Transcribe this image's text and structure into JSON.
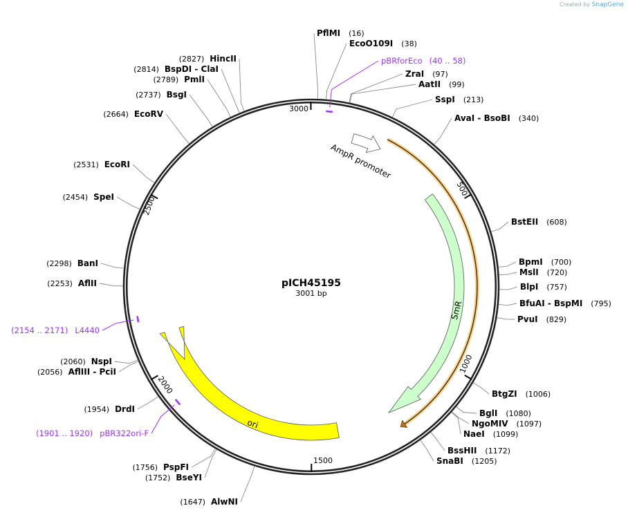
{
  "watermark": {
    "prefix": "Created by",
    "brand": "SnapGene"
  },
  "plasmid": {
    "name": "pICH45195",
    "length_label": "3001 bp",
    "length": 3001
  },
  "ticks": [
    {
      "bp": 500,
      "label": "500"
    },
    {
      "bp": 1000,
      "label": "1000"
    },
    {
      "bp": 1500,
      "label": "1500"
    },
    {
      "bp": 2000,
      "label": "2000"
    },
    {
      "bp": 2500,
      "label": "2500"
    },
    {
      "bp": 3000,
      "label": "3000"
    }
  ],
  "enzymes": [
    {
      "name": "PflMI",
      "pos": "(16)",
      "bp": 16
    },
    {
      "name": "EcoO109I",
      "pos": "(38)",
      "bp": 38
    },
    {
      "name": "ZraI",
      "pos": "(97)",
      "bp": 97
    },
    {
      "name": "AatII",
      "pos": "(99)",
      "bp": 99
    },
    {
      "name": "SspI",
      "pos": "(213)",
      "bp": 213
    },
    {
      "name": "AvaI  - BsoBI",
      "pos": "(340)",
      "bp": 340
    },
    {
      "name": "BstEII",
      "pos": "(608)",
      "bp": 608
    },
    {
      "name": "BpmI",
      "pos": "(700)",
      "bp": 700
    },
    {
      "name": "MslI",
      "pos": "(720)",
      "bp": 720
    },
    {
      "name": "BlpI",
      "pos": "(757)",
      "bp": 757
    },
    {
      "name": "BfuAI  - BspMI",
      "pos": "(795)",
      "bp": 795
    },
    {
      "name": "PvuI",
      "pos": "(829)",
      "bp": 829
    },
    {
      "name": "BtgZI",
      "pos": "(1006)",
      "bp": 1006
    },
    {
      "name": "BglI",
      "pos": "(1080)",
      "bp": 1080
    },
    {
      "name": "NgoMIV",
      "pos": "(1097)",
      "bp": 1097
    },
    {
      "name": "NaeI",
      "pos": "(1099)",
      "bp": 1099
    },
    {
      "name": "BssHII",
      "pos": "(1172)",
      "bp": 1172
    },
    {
      "name": "SnaBI",
      "pos": "(1205)",
      "bp": 1205
    },
    {
      "name": "AlwNI",
      "pos": "(1647)",
      "bp": 1647
    },
    {
      "name": "BseYI",
      "pos": "(1752)",
      "bp": 1752
    },
    {
      "name": "PspFI",
      "pos": "(1756)",
      "bp": 1756
    },
    {
      "name": "DrdI",
      "pos": "(1954)",
      "bp": 1954
    },
    {
      "name": "AflIII  - PciI",
      "pos": "(2056)",
      "bp": 2056
    },
    {
      "name": "NspI",
      "pos": "(2060)",
      "bp": 2060
    },
    {
      "name": "AflII",
      "pos": "(2253)",
      "bp": 2253
    },
    {
      "name": "BanI",
      "pos": "(2298)",
      "bp": 2298
    },
    {
      "name": "SpeI",
      "pos": "(2454)",
      "bp": 2454
    },
    {
      "name": "EcoRI",
      "pos": "(2531)",
      "bp": 2531
    },
    {
      "name": "EcoRV",
      "pos": "(2664)",
      "bp": 2664
    },
    {
      "name": "BsgI",
      "pos": "(2737)",
      "bp": 2737
    },
    {
      "name": "PmlI",
      "pos": "(2789)",
      "bp": 2789
    },
    {
      "name": "BspDI  - ClaI",
      "pos": "(2814)",
      "bp": 2814
    },
    {
      "name": "HincII",
      "pos": "(2827)",
      "bp": 2827
    }
  ],
  "primers": [
    {
      "name": "pBRforEco",
      "range": "(40 .. 58)",
      "start": 40,
      "end": 58
    },
    {
      "name": "L4440",
      "range": "(2154 .. 2171)",
      "start": 2154,
      "end": 2171
    },
    {
      "name": "pBR322ori-F",
      "range": "(1901 .. 1920)",
      "start": 1901,
      "end": 1920
    }
  ],
  "features": [
    {
      "name": "AmpR promoter",
      "start": 130,
      "end": 222,
      "direction": "forward",
      "color": "#ffffff"
    },
    {
      "name": "SmR",
      "start": 438,
      "end": 1237,
      "direction": "forward",
      "color": "#ccffcc"
    },
    {
      "name": "ori",
      "start": 1413,
      "end": 2002,
      "direction": "reverse",
      "color": "#ffff00"
    }
  ],
  "orf": {
    "start": 228,
    "end": 1229,
    "color": "#f5c26b"
  },
  "colors": {
    "primer": "#9b30ff",
    "backbone": "#222222",
    "leader": "#888888"
  }
}
